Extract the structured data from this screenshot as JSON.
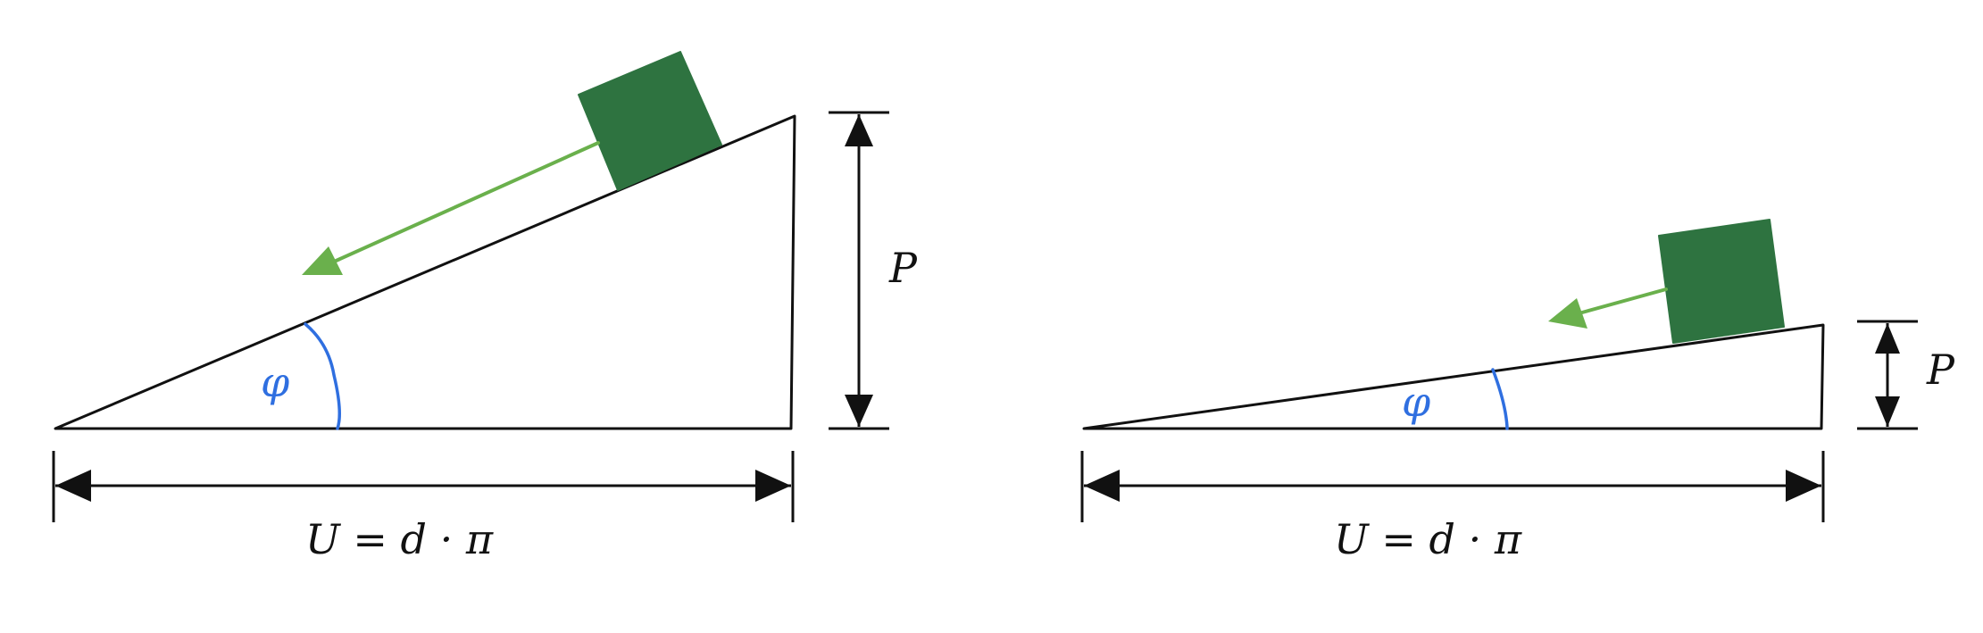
{
  "colors": {
    "stroke": "#111111",
    "block": "#2e7340",
    "force_arrow": "#6ab04c",
    "angle": "#2f6fe0"
  },
  "icons": {
    "block": "green-square-block",
    "force": "arrow-down-slope",
    "angle": "angle-arc"
  },
  "diagrams": [
    {
      "angle_label": "φ",
      "height_label": "P",
      "base_label": "U = d · π"
    },
    {
      "angle_label": "φ",
      "height_label": "P",
      "base_label": "U = d · π"
    }
  ]
}
